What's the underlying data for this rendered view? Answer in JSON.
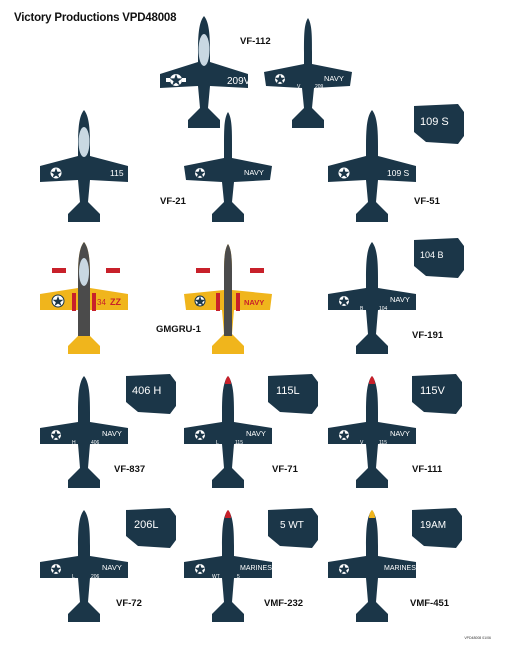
{
  "sheet": {
    "title": "Victory Productions VPD48008",
    "footer": "VPD48008 01/06"
  },
  "colors": {
    "navy_blue": "#1b3648",
    "insignia_red": "#c8202a",
    "yellow": "#f0b51c",
    "orange": "#e4751f",
    "gray": "#4b4b4b",
    "light_blue_canopy": "#c9d8e2",
    "white": "#ffffff"
  },
  "units": [
    {
      "name": "VF-112"
    },
    {
      "name": "VF-21"
    },
    {
      "name": "VF-51"
    },
    {
      "name": "GMGRU-1"
    },
    {
      "name": "VF-191"
    },
    {
      "name": "VF-837"
    },
    {
      "name": "VF-71"
    },
    {
      "name": "VF-111"
    },
    {
      "name": "VF-72"
    },
    {
      "name": "VMF-232"
    },
    {
      "name": "VMF-451"
    }
  ],
  "markings": {
    "vf112_top": "209V",
    "vf112_under_navy": "NAVY",
    "vf112_under_v": "V",
    "vf112_under_num": "209",
    "vf21_wing": "115",
    "vf21_under_navy": "NAVY",
    "vf51_wing": "109 S",
    "vf51_fin": "109 S",
    "gmgru_wing": "34",
    "gmgru_wing_code": "ZZ",
    "gmgru_under_navy": "NAVY",
    "vf191_fin": "104 B",
    "vf191_navy": "NAVY",
    "vf191_b": "B",
    "vf191_num": "104",
    "vf837_fin": "406 H",
    "vf837_navy": "NAVY",
    "vf837_h": "H",
    "vf837_num": "406",
    "vf71_fin": "115L",
    "vf71_navy": "NAVY",
    "vf71_l": "L",
    "vf71_num": "115",
    "vf111_fin": "115V",
    "vf111_navy": "NAVY",
    "vf111_v": "V",
    "vf111_num": "115",
    "vf72_fin": "206L",
    "vf72_navy": "NAVY",
    "vf72_l": "L",
    "vf72_num": "206",
    "vmf232_fin": "5 WT",
    "vmf232_marines": "MARINES",
    "vmf232_wt": "WT",
    "vmf232_num": "5",
    "vmf451_fin": "19AM",
    "vmf451_marines": "MARINES"
  }
}
